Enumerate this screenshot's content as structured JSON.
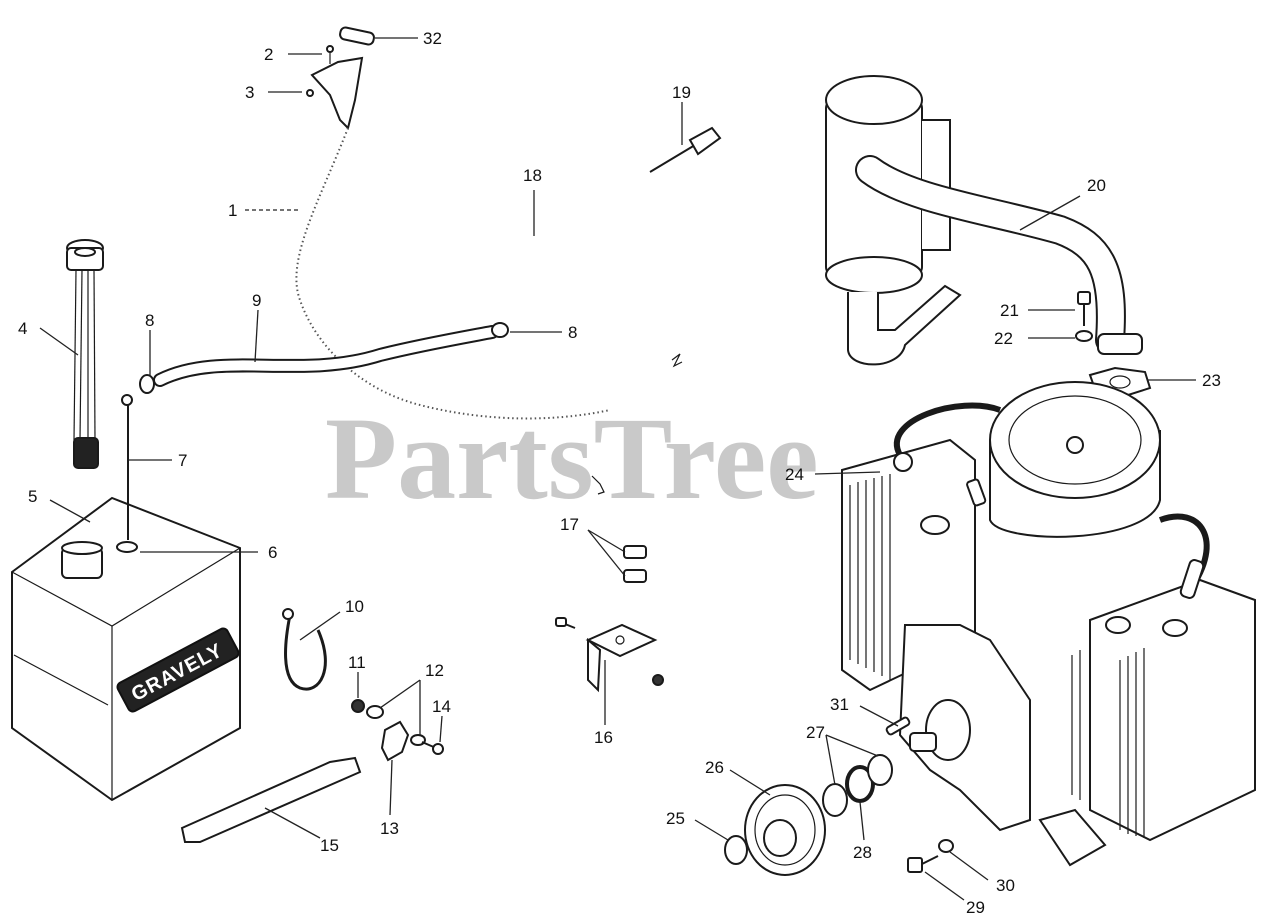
{
  "watermark": "PartsTree",
  "brand_label": "GRAVELY",
  "callouts": {
    "c1": "1",
    "c2": "2",
    "c3": "3",
    "c4": "4",
    "c5": "5",
    "c6": "6",
    "c7": "7",
    "c8a": "8",
    "c8b": "8",
    "c9": "9",
    "c10": "10",
    "c11": "11",
    "c12": "12",
    "c13": "13",
    "c14": "14",
    "c15": "15",
    "c16": "16",
    "c17": "17",
    "c18": "18",
    "c19": "19",
    "c20": "20",
    "c21": "21",
    "c22": "22",
    "c23": "23",
    "c24": "24",
    "c25": "25",
    "c26": "26",
    "c27": "27",
    "c28": "28",
    "c29": "29",
    "c30": "30",
    "c31": "31",
    "c32": "32"
  }
}
